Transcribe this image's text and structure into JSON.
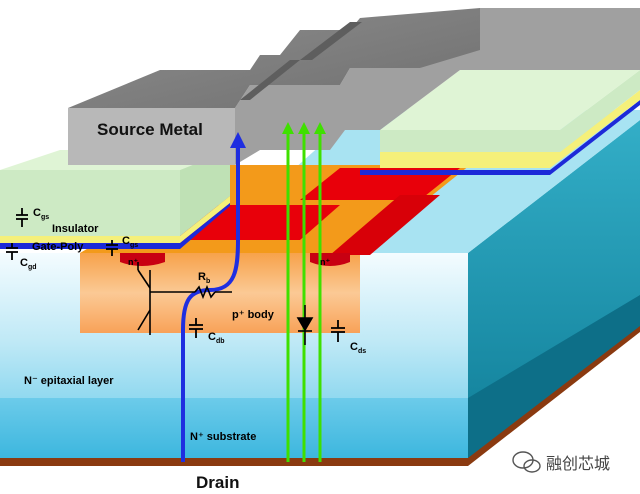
{
  "labels": {
    "source_metal": "Source Metal",
    "insulator": "Insulator",
    "gate_poly": "Gate-Poly",
    "p_body": "p⁺ body",
    "n_epi": "N⁻ epitaxial layer",
    "n_substrate": "N⁺ substrate",
    "drain": "Drain",
    "n_plus_left": "n⁺",
    "n_plus_right": "n⁺"
  },
  "components": {
    "cgs_1": {
      "main": "C",
      "sub": "gs"
    },
    "cgs_2": {
      "main": "C",
      "sub": "gs"
    },
    "cgd": {
      "main": "C",
      "sub": "gd"
    },
    "cdb": {
      "main": "C",
      "sub": "db"
    },
    "cds": {
      "main": "C",
      "sub": "ds"
    },
    "rb": {
      "main": "R",
      "sub": "b"
    }
  },
  "watermark": "融创芯城",
  "colors": {
    "source_metal": "#a8a8a8",
    "insulator": "#cdeac4",
    "gate_poly": "#f5f07a",
    "n_plus": "#e8000a",
    "p_body": "#f5a623",
    "epi": "#cbeef7",
    "substrate": "#5ec6e6",
    "side_face": "#1c8ea8",
    "current_arrow": "#1f2ee0",
    "field_arrow": "#3fe000"
  }
}
